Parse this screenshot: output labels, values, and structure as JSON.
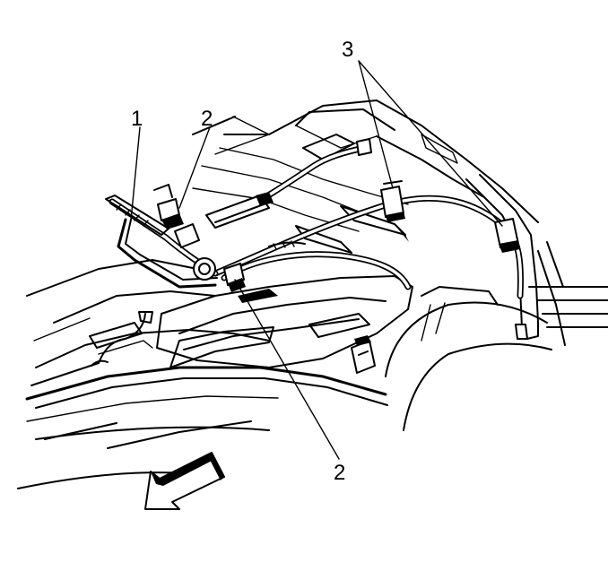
{
  "callouts": {
    "c1": "1",
    "c2_top": "2",
    "c2_bottom": "2",
    "c3": "3"
  },
  "icons": {
    "direction_arrow": "front-direction-arrow-icon"
  },
  "colors": {
    "ink": "#000000",
    "paper": "#ffffff"
  }
}
